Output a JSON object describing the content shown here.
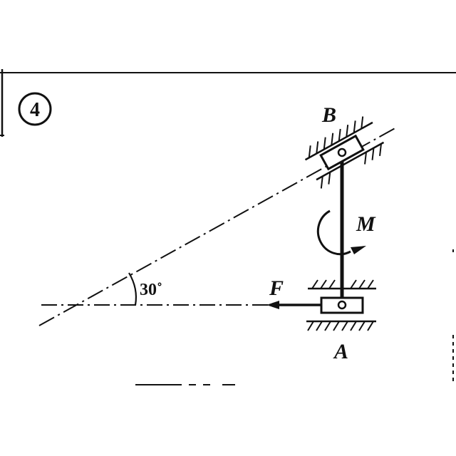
{
  "figure": {
    "number": "4",
    "angle_label": "30˚",
    "labels": {
      "B": "B",
      "A": "A",
      "M": "M",
      "F": "F"
    }
  },
  "colors": {
    "ink": "#111111",
    "background": "#ffffff"
  }
}
